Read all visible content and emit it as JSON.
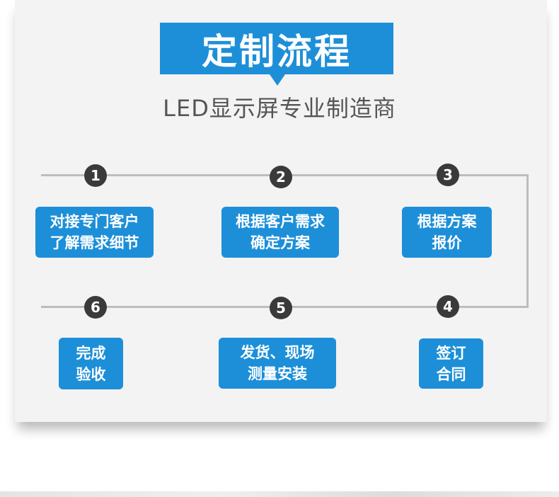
{
  "header": {
    "title": "定制流程",
    "subtitle": "LED显示屏专业制造商"
  },
  "steps": [
    {
      "number": "1",
      "line1": "对接专门客户",
      "line2": "了解需求细节"
    },
    {
      "number": "2",
      "line1": "根据客户需求",
      "line2": "确定方案"
    },
    {
      "number": "3",
      "line1": "根据方案",
      "line2": "报价"
    },
    {
      "number": "4",
      "line1": "签订",
      "line2": "合同"
    },
    {
      "number": "5",
      "line1": "发货、现场",
      "line2": "测量安装"
    },
    {
      "number": "6",
      "line1": "完成",
      "line2": "验收"
    }
  ],
  "colors": {
    "accent": "#1d8fd8",
    "dot": "#3a3a3a",
    "line": "#bdbdbd",
    "background": "#f3f3f3"
  }
}
